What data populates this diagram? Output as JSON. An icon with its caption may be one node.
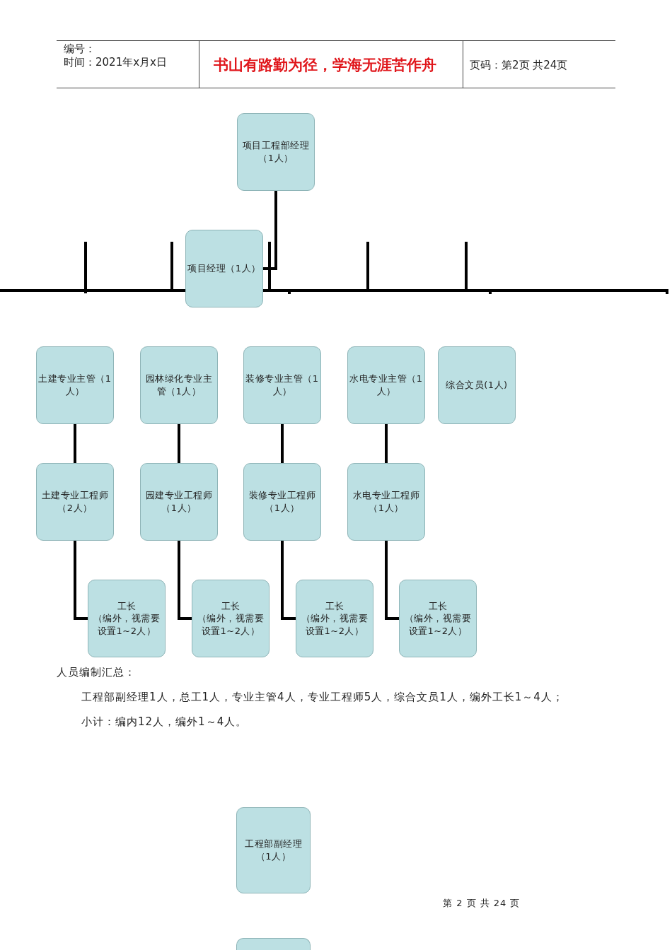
{
  "diagram": {
    "nodes": [
      {
        "text": [
          "项目工程部经理（1人）"
        ]
      },
      {
        "text": [
          "项目经理（1人）"
        ]
      },
      {
        "text": [
          "土建专业主管（1人）"
        ]
      },
      {
        "text": [
          "园林绿化专业主管（1人）"
        ]
      },
      {
        "text": [
          "装修专业主管（1人）"
        ]
      },
      {
        "text": [
          "水电专业主管（1人）"
        ]
      },
      {
        "text": [
          "综合文员(1人)"
        ]
      },
      {
        "text": [
          "土建专业工程师（2人）"
        ]
      },
      {
        "text": [
          "园建专业工程师（1人）"
        ]
      },
      {
        "text": [
          "装修专业工程师（1人）"
        ]
      },
      {
        "text": [
          "水电专业工程师（1人）"
        ]
      },
      {
        "text": [
          "工长",
          "（编外，视需要设置1~2人）"
        ]
      },
      {
        "text": [
          "工长",
          "（编外，视需要设置1~2人）"
        ]
      },
      {
        "text": [
          "工长",
          "（编外，视需要设置1~2人）"
        ]
      },
      {
        "text": [
          "工长",
          "（编外，视需要设置1~2人）"
        ]
      },
      {
        "text": [
          "工程部副经理（1人）"
        ]
      },
      {
        "text": [],
        "shape": "box"
      }
    ],
    "edges": [
      {
        "from": 0,
        "to": 1,
        "arrow": "none"
      },
      {
        "from": 2,
        "to": 7,
        "arrow": "none"
      },
      {
        "from": 3,
        "to": 8,
        "arrow": "none"
      },
      {
        "from": 4,
        "to": 9,
        "arrow": "none"
      },
      {
        "from": 5,
        "to": 10,
        "arrow": "none"
      },
      {
        "from": 7,
        "to": 11,
        "arrow": "none"
      },
      {
        "from": 8,
        "to": 12,
        "arrow": "none"
      },
      {
        "from": 9,
        "to": 13,
        "arrow": "none"
      },
      {
        "from": 10,
        "to": 14,
        "arrow": "none"
      }
    ],
    "labels": [
      "编号：",
      "时间：2021年x月x日",
      "书山有路勤为径，学海无涯苦作舟",
      "页码：第2页 共24页",
      "人员编制汇总：",
      "工程部副经理1人，总工1人，专业主管4人，专业工程师5人，综合文员1人，编外工长1～4人；",
      "小计：编内12人，编外1～4人。",
      "第 2 页 共 24 页"
    ]
  }
}
